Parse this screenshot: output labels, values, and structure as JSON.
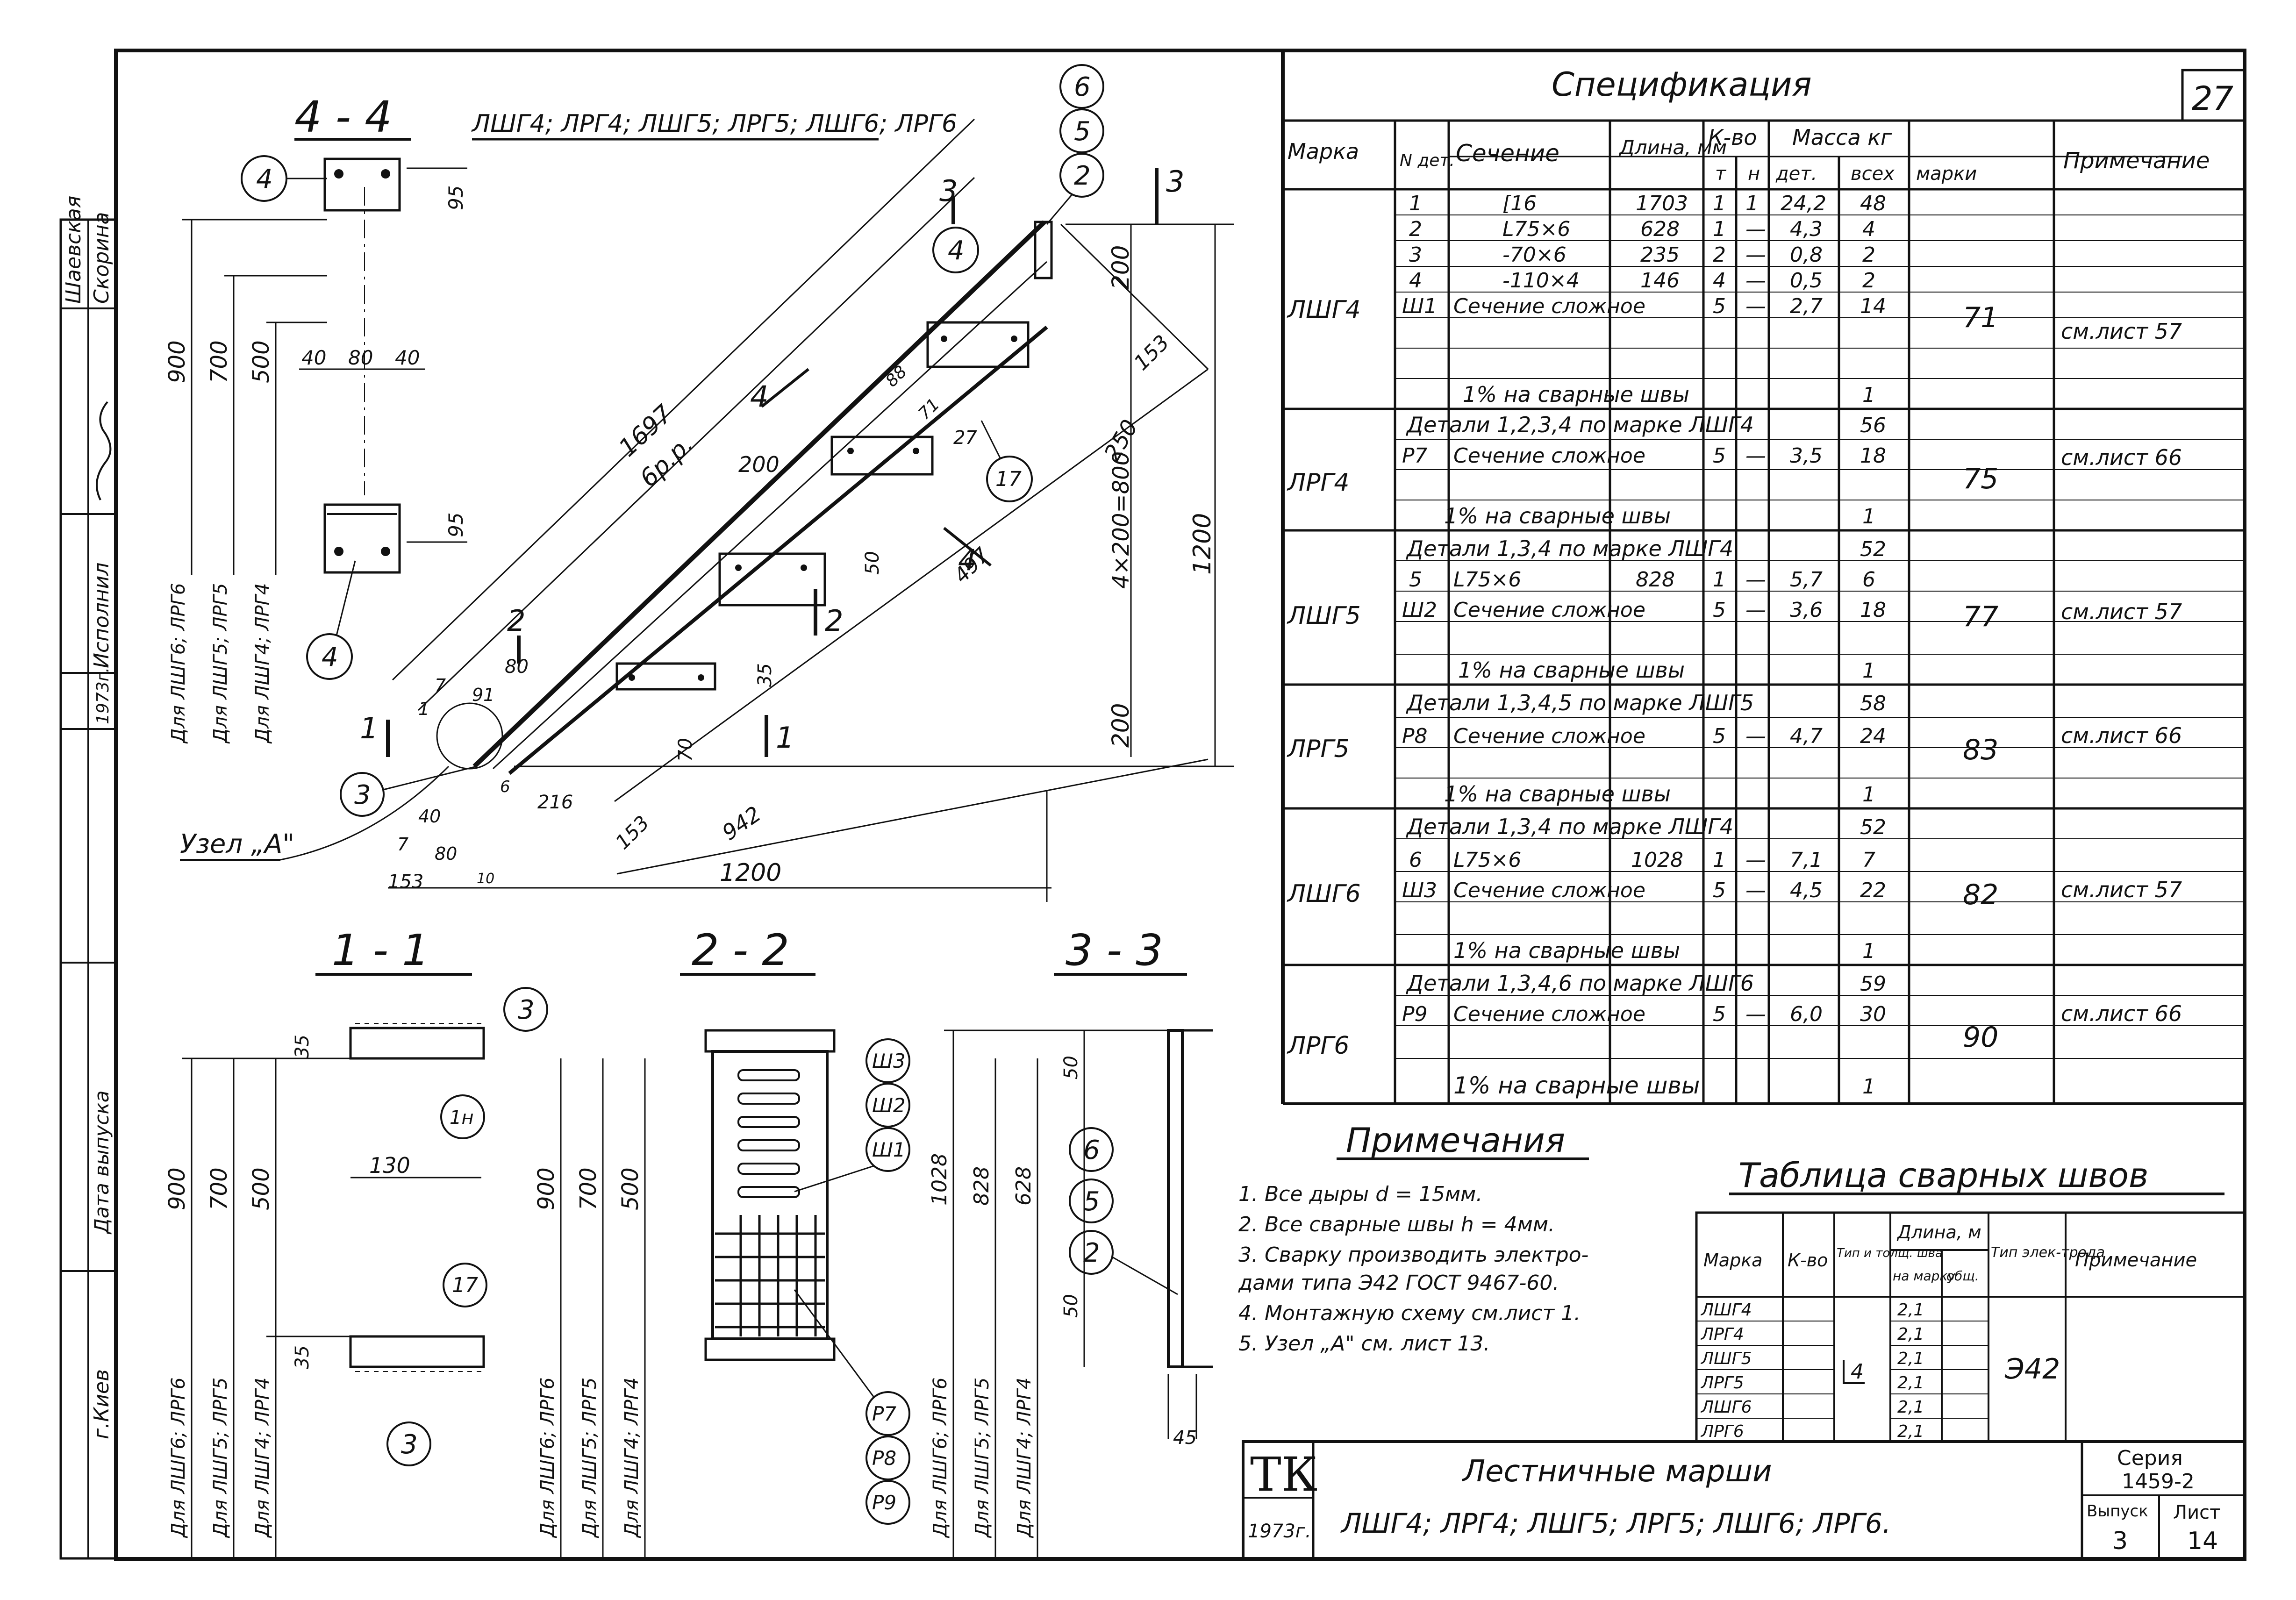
{
  "sheet_number": "27",
  "top_label": "ЛШГ4; ЛРГ4; ЛШГ5; ЛРГ5; ЛШГ6; ЛРГ6",
  "side_stamp": {
    "role1": "Исполнил",
    "name1": "Скорина",
    "name2": "Шаевская",
    "year": "1973г.",
    "date_label": "Дата выпуска",
    "city": "г.Киев"
  },
  "section_titles": {
    "s44": "4 - 4",
    "s11": "1 - 1",
    "s22": "2 - 2",
    "s33": "3 - 3",
    "node": "Узел „А\""
  },
  "for_labels": {
    "a": "Для ЛШГ6; ЛРГ6",
    "b": "Для ЛШГ5; ЛРГ5",
    "c": "Для ЛШГ4; ЛРГ4"
  },
  "dims_44": {
    "h900": "900",
    "h700": "700",
    "h500": "500",
    "w40a": "40",
    "w80": "80",
    "w40b": "40",
    "d95a": "95",
    "d95b": "95"
  },
  "dims_11": {
    "h900": "900",
    "h700": "700",
    "h500": "500",
    "w130": "130",
    "d35a": "35",
    "d35b": "35"
  },
  "dims_22": {
    "h900": "900",
    "h700": "700",
    "h500": "500"
  },
  "dims_33": {
    "h1028": "1028",
    "h828": "828",
    "h628": "628",
    "d50a": "50",
    "d50b": "50",
    "d45": "45"
  },
  "stair_dims": {
    "l1697": "1697",
    "br": "6р.р.",
    "d200a": "200",
    "d153a": "153",
    "d250": "250",
    "d4x200": "4×200=800",
    "d200b": "200",
    "d1200v": "1200",
    "d200t": "200",
    "d88": "88",
    "d71": "71",
    "d27": "27",
    "d497": "497",
    "d50": "50",
    "d35": "35",
    "d70": "70",
    "d80": "80",
    "d91": "91",
    "d7a": "7",
    "d1": "1",
    "d40": "40",
    "d6": "6",
    "d216": "216",
    "d153b": "153",
    "d942": "942",
    "d1200h": "1200",
    "d7b": "7",
    "d80b": "80",
    "d153c": "153",
    "d10": "10",
    "s44": "4",
    "s11": "1",
    "s22": "2",
    "s33": "3"
  },
  "callouts": [
    "4",
    "4",
    "6",
    "5",
    "2",
    "4",
    "17",
    "3",
    "3",
    "1н",
    "17",
    "3",
    "Ш3",
    "Ш2",
    "Ш1",
    "Р7",
    "Р8",
    "Р9",
    "6",
    "5",
    "2"
  ],
  "spec": {
    "title": "Спецификация",
    "headers": {
      "mark": "Марка",
      "det": "N дет.",
      "section": "Сечение",
      "length": "Длина, мм",
      "qty": "К-во",
      "qty_t": "т",
      "qty_n": "н",
      "mass": "Масса кг",
      "mass_det": "дет.",
      "mass_all": "всех",
      "mass_mark": "марки",
      "note": "Примечание"
    },
    "groups": [
      {
        "mark": "ЛШГ4",
        "total": "71",
        "note": "см.лист 57",
        "rows": [
          {
            "det": "1",
            "sec": "[16",
            "len": "1703",
            "t": "1",
            "n": "1",
            "m": "24,2",
            "all": "48"
          },
          {
            "det": "2",
            "sec": "L75×6",
            "len": "628",
            "t": "1",
            "n": "—",
            "m": "4,3",
            "all": "4"
          },
          {
            "det": "3",
            "sec": "-70×6",
            "len": "235",
            "t": "2",
            "n": "—",
            "m": "0,8",
            "all": "2"
          },
          {
            "det": "4",
            "sec": "-110×4",
            "len": "146",
            "t": "4",
            "n": "—",
            "m": "0,5",
            "all": "2"
          },
          {
            "det": "Ш1",
            "sec": "Сечение сложное",
            "len": "",
            "t": "5",
            "n": "—",
            "m": "2,7",
            "all": "14"
          }
        ],
        "weld": "1% на сварные швы",
        "weld_val": "1"
      },
      {
        "mark": "ЛРГ4",
        "total": "75",
        "note": "см.лист 66",
        "head": "Детали 1,2,3,4 по марке ЛШГ4",
        "head_val": "56",
        "rows": [
          {
            "det": "Р7",
            "sec": "Сечение сложное",
            "len": "",
            "t": "5",
            "n": "—",
            "m": "3,5",
            "all": "18"
          }
        ],
        "weld": "1% на сварные швы",
        "weld_val": "1"
      },
      {
        "mark": "ЛШГ5",
        "total": "77",
        "note": "см.лист 57",
        "head": "Детали 1,3,4 по марке ЛШГ4",
        "head_val": "52",
        "rows": [
          {
            "det": "5",
            "sec": "L75×6",
            "len": "828",
            "t": "1",
            "n": "—",
            "m": "5,7",
            "all": "6"
          },
          {
            "det": "Ш2",
            "sec": "Сечение сложное",
            "len": "",
            "t": "5",
            "n": "—",
            "m": "3,6",
            "all": "18"
          }
        ],
        "weld": "1% на сварные швы",
        "weld_val": "1"
      },
      {
        "mark": "ЛРГ5",
        "total": "83",
        "note": "см.лист 66",
        "head": "Детали 1,3,4,5 по марке ЛШГ5",
        "head_val": "58",
        "rows": [
          {
            "det": "Р8",
            "sec": "Сечение сложное",
            "len": "",
            "t": "5",
            "n": "—",
            "m": "4,7",
            "all": "24"
          }
        ],
        "weld": "1% на сварные швы",
        "weld_val": "1"
      },
      {
        "mark": "ЛШГ6",
        "total": "82",
        "note": "см.лист 57",
        "head": "Детали 1,3,4 по марке ЛШГ4",
        "head_val": "52",
        "rows": [
          {
            "det": "6",
            "sec": "L75×6",
            "len": "1028",
            "t": "1",
            "n": "—",
            "m": "7,1",
            "all": "7"
          },
          {
            "det": "Ш3",
            "sec": "Сечение сложное",
            "len": "",
            "t": "5",
            "n": "—",
            "m": "4,5",
            "all": "22"
          }
        ],
        "weld": "1% на сварные швы",
        "weld_val": "1"
      },
      {
        "mark": "ЛРГ6",
        "total": "90",
        "note": "см.лист 66",
        "head": "Детали 1,3,4,6 по марке ЛШГ6",
        "head_val": "59",
        "rows": [
          {
            "det": "Р9",
            "sec": "Сечение сложное",
            "len": "",
            "t": "5",
            "n": "—",
            "m": "6,0",
            "all": "30"
          }
        ],
        "weld": "1% на сварные швы",
        "weld_val": "1"
      }
    ]
  },
  "notes": {
    "title": "Примечания",
    "lines": [
      "1. Все дыры d = 15мм.",
      "2. Все сварные швы h = 4мм.",
      "3. Сварку производить электро-",
      "   дами типа Э42 ГОСТ 9467-60.",
      "4. Монтажную схему см.лист 1.",
      "5. Узел „А\" см. лист 13."
    ]
  },
  "weld_table": {
    "title": "Таблица сварных швов",
    "headers": {
      "mark": "Марка",
      "qty": "К-во",
      "type": "Тип и толщ. шва",
      "len": "Длина, м",
      "len_mark": "на марку",
      "len_all": "общ.",
      "electrode": "Тип элек-трода",
      "note": "Примечание"
    },
    "marks": [
      "ЛШГ4",
      "ЛРГ4",
      "ЛШГ5",
      "ЛРГ5",
      "ЛШГ6",
      "ЛРГ6"
    ],
    "lens": [
      "2,1",
      "2,1",
      "2,1",
      "2,1",
      "2,1",
      "2,1"
    ],
    "type": "4",
    "electrode": "Э42"
  },
  "title_block": {
    "logo": "ТК",
    "year": "1973г.",
    "title": "Лестничные марши",
    "subtitle": "ЛШГ4; ЛРГ4; ЛШГ5; ЛРГ5; ЛШГ6; ЛРГ6.",
    "series_label": "Серия",
    "series": "1459-2",
    "issue_label": "Выпуск",
    "issue": "3",
    "sheet_label": "Лист",
    "sheet": "14"
  }
}
